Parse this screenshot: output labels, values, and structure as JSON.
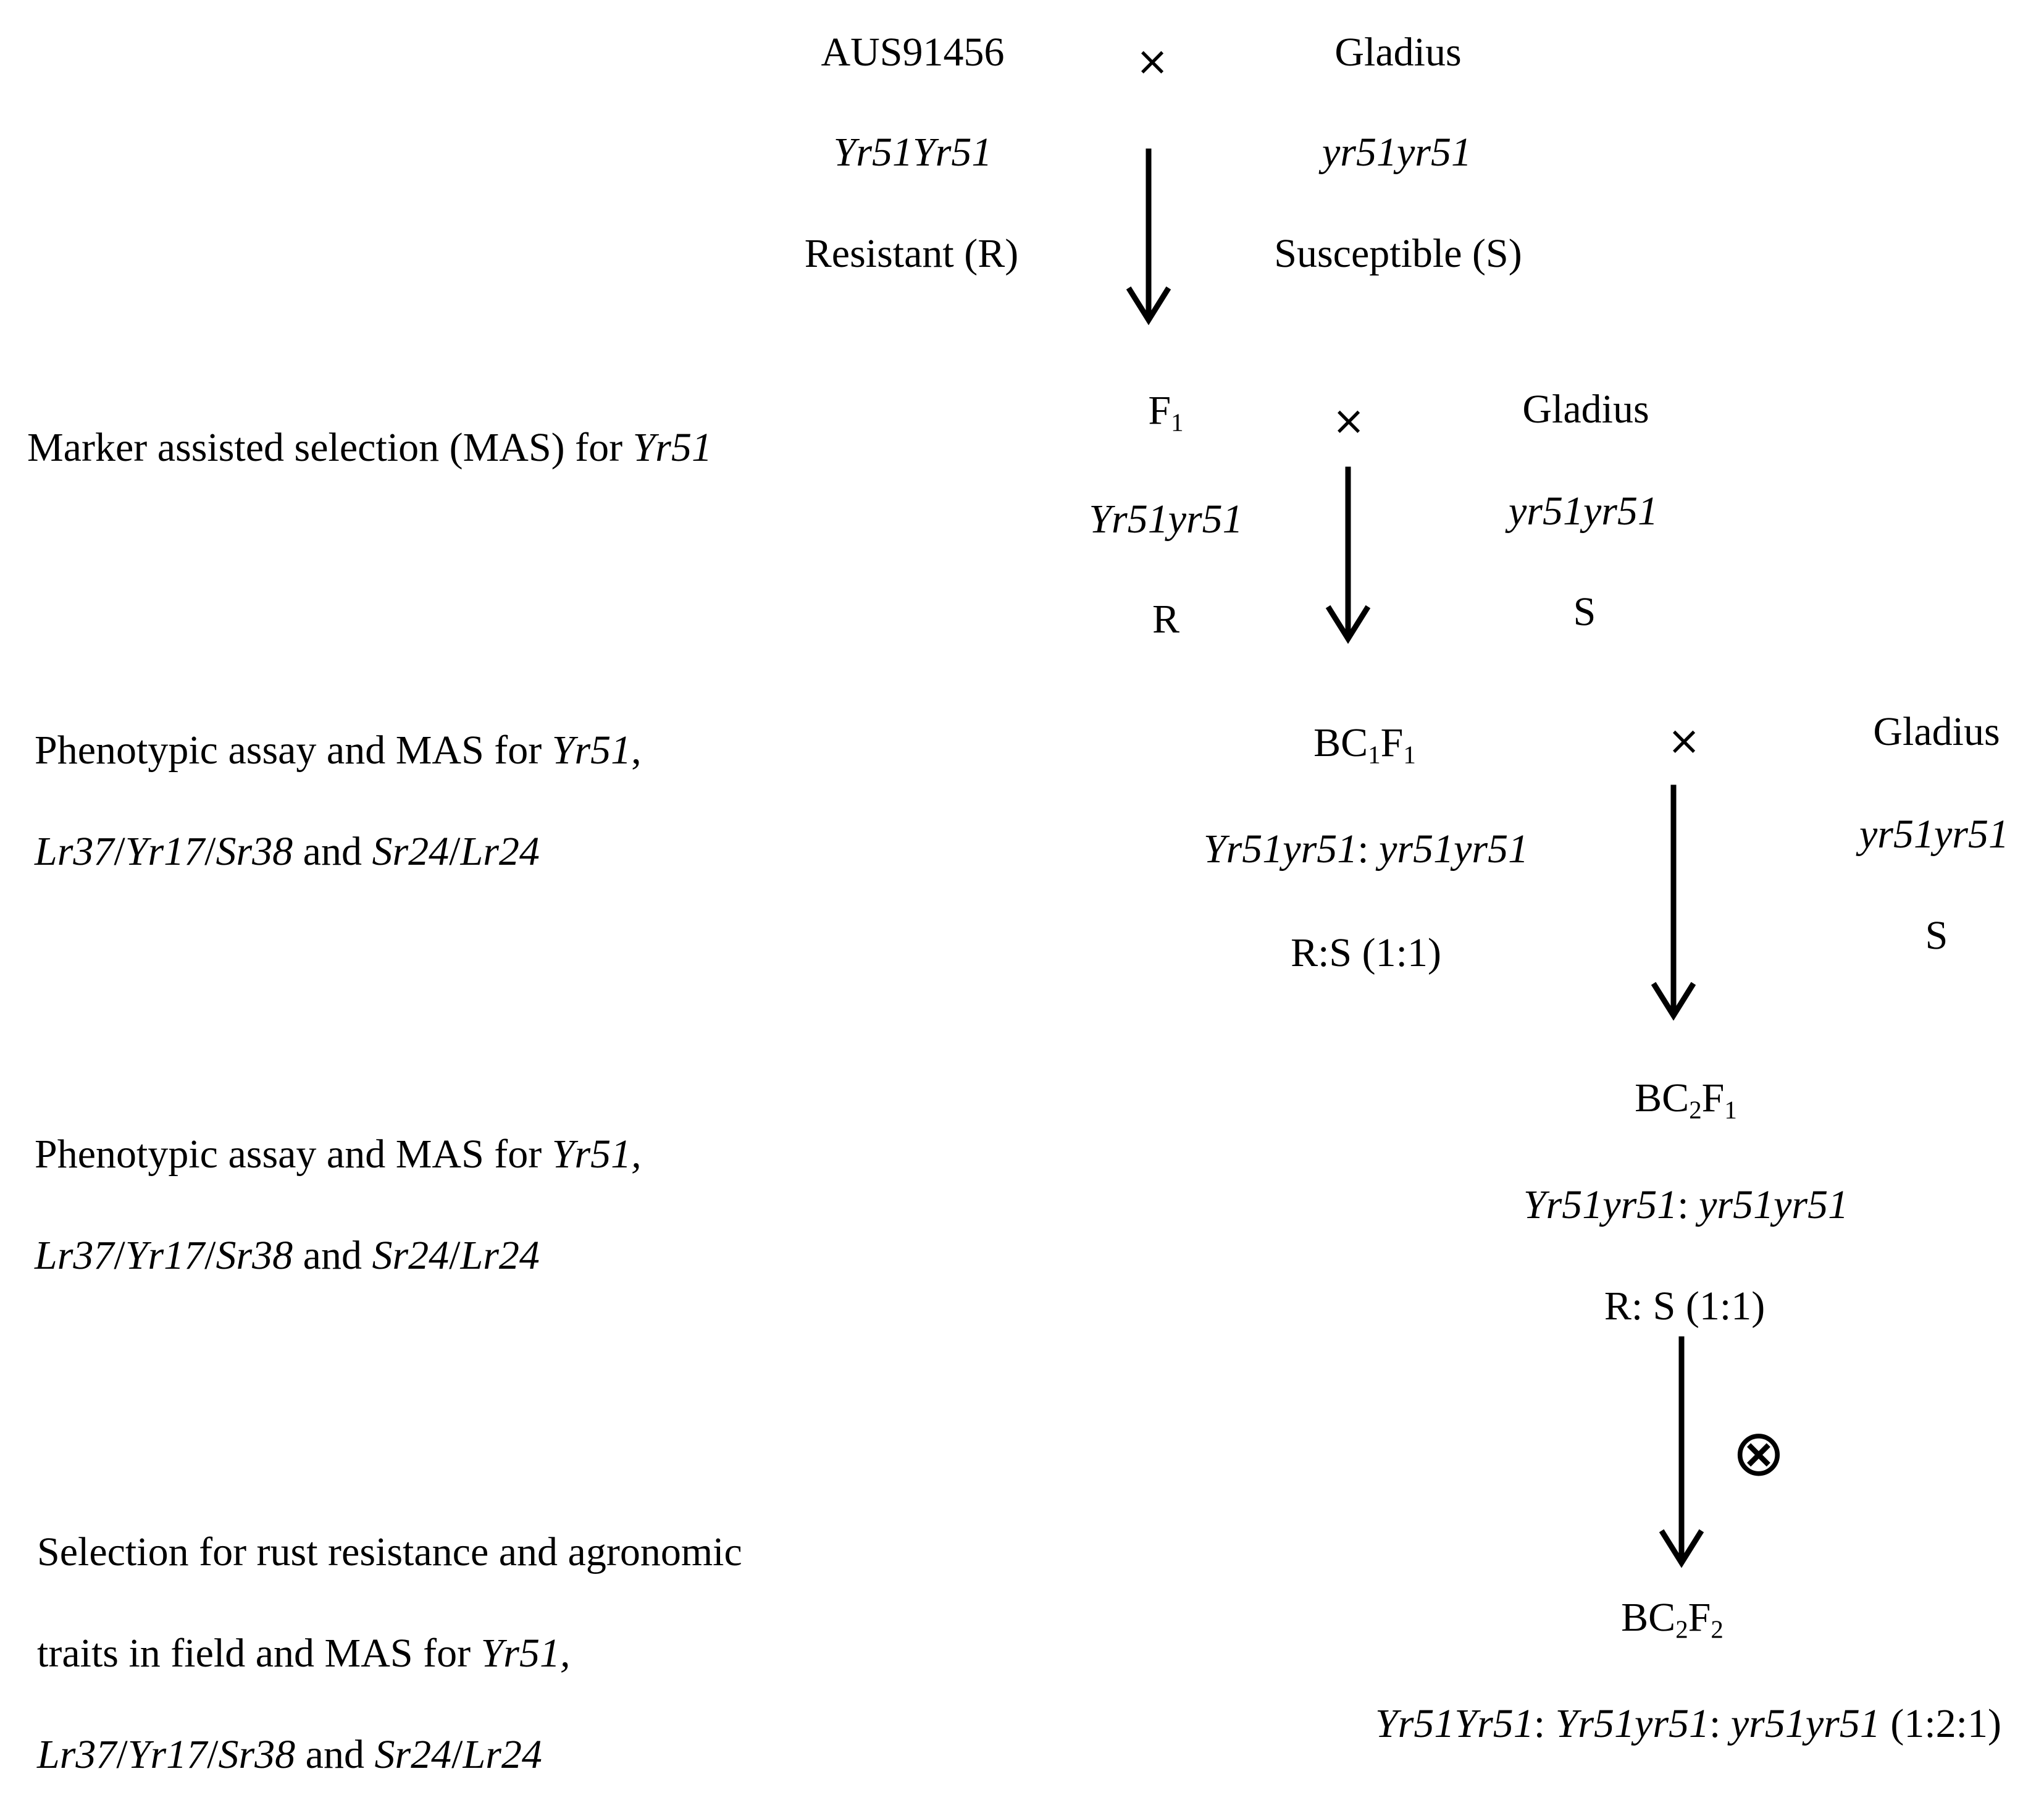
{
  "parents": {
    "p1_name": "AUS91456",
    "cross_symbol": "×",
    "p2_name": "Gladius",
    "p1_genotype": "Yr51Yr51",
    "p2_genotype": "yr51yr51",
    "p1_phenotype": "Resistant (R)",
    "p2_phenotype": "Susceptible (S)"
  },
  "f1": {
    "name": "F",
    "sub": "1",
    "genotype": "Yr51yr51",
    "phenotype": "R",
    "parent_name": "Gladius",
    "parent_genotype": "yr51yr51",
    "parent_phenotype": "S"
  },
  "bc1": {
    "name_a": "BC",
    "sub_a": "1",
    "name_b": "F",
    "sub_b": "1",
    "genotype_a": "Yr51yr51",
    "sep": ": ",
    "genotype_b": "yr51yr51",
    "ratio": "R:S (1:1)",
    "parent_name": "Gladius",
    "parent_genotype": "yr51yr51",
    "parent_phenotype": "S"
  },
  "bc2f1": {
    "name_a": "BC",
    "sub_a": "2",
    "name_b": "F",
    "sub_b": "1",
    "genotype_a": "Yr51yr51",
    "sep": ": ",
    "genotype_b": "yr51yr51",
    "ratio": "R: S (1:1)",
    "self_symbol": "⊗"
  },
  "bc2f2": {
    "name_a": "BC",
    "sub_a": "2",
    "name_b": "F",
    "sub_b": "2",
    "g1": "Yr51Yr51",
    "sep1": ": ",
    "g2": "Yr51yr51",
    "sep2": ": ",
    "g3": "yr51yr51",
    "ratio": " (1:2:1)"
  },
  "steps": {
    "s1": {
      "text": "Marker assisted selection (MAS) for ",
      "gene": "Yr51"
    },
    "s2": {
      "l1_text": "Phenotypic assay and MAS for ",
      "l1_gene": "Yr51",
      "l1_end": ",",
      "l2_a": "Lr37",
      "l2_s1": "/",
      "l2_b": "Yr17",
      "l2_s2": "/",
      "l2_c": "Sr38",
      "l2_and": " and ",
      "l2_d": "Sr24",
      "l2_s3": "/",
      "l2_e": "Lr24"
    },
    "s3": {
      "l1_text": "Phenotypic assay and MAS for ",
      "l1_gene": "Yr51,",
      "l2_a": "Lr37",
      "l2_s1": "/",
      "l2_b": "Yr17",
      "l2_s2": "/",
      "l2_c": "Sr38",
      "l2_and": " and ",
      "l2_d": "Sr24",
      "l2_s3": "/",
      "l2_e": "Lr24"
    },
    "s4": {
      "l1": "Selection for rust resistance and agronomic",
      "l2_text": "traits in field and MAS for ",
      "l2_gene": "Yr51,",
      "l3_a": "Lr37",
      "l3_s1": "/",
      "l3_b": "Yr17",
      "l3_s2": "/",
      "l3_c": "Sr38",
      "l3_and": " and ",
      "l3_d": "Sr24",
      "l3_s3": "/",
      "l3_e": "Lr24"
    }
  }
}
